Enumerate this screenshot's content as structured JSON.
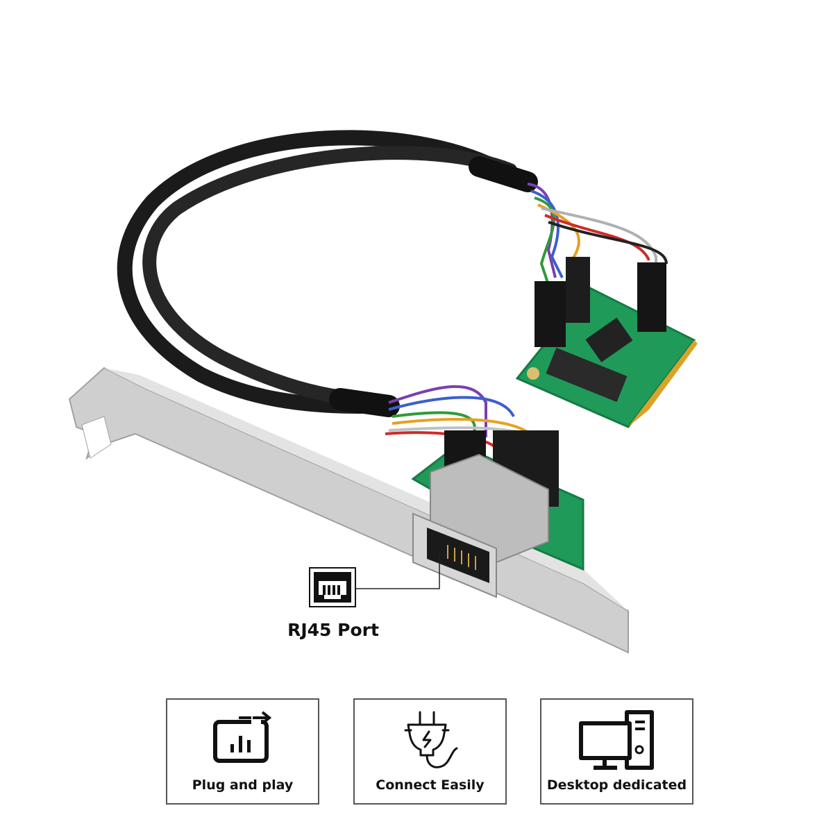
{
  "callout": {
    "label": "RJ45 Port",
    "icon": "rj45-port-icon"
  },
  "features": [
    {
      "label": "Plug and play",
      "icon": "plug-and-play-icon"
    },
    {
      "label": "Connect Easily",
      "icon": "power-plug-icon"
    },
    {
      "label": "Desktop dedicated",
      "icon": "desktop-computer-icon"
    }
  ],
  "colors": {
    "pcb_green": "#1f9a58",
    "bracket_silver": "#c9c9c9",
    "cable_black": "#1a1a1a"
  }
}
